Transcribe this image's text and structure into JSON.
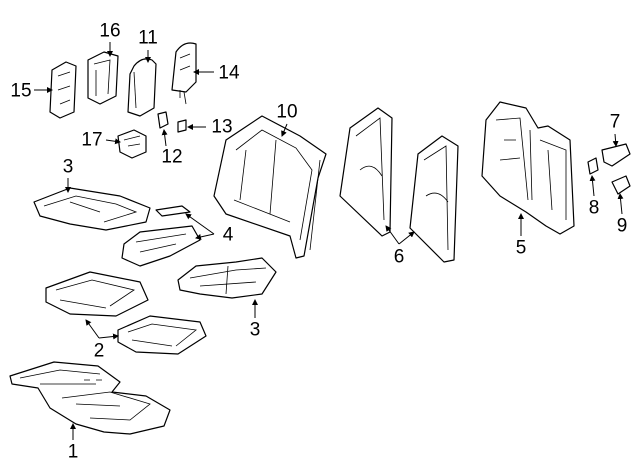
{
  "diagram": {
    "callouts": [
      {
        "id": "c16",
        "label": "16"
      },
      {
        "id": "c11",
        "label": "11"
      },
      {
        "id": "c15",
        "label": "15"
      },
      {
        "id": "c14",
        "label": "14"
      },
      {
        "id": "c10",
        "label": "10"
      },
      {
        "id": "c13",
        "label": "13"
      },
      {
        "id": "c17",
        "label": "17"
      },
      {
        "id": "c12",
        "label": "12"
      },
      {
        "id": "c3a",
        "label": "3"
      },
      {
        "id": "c4",
        "label": "4"
      },
      {
        "id": "c7",
        "label": "7"
      },
      {
        "id": "c8",
        "label": "8"
      },
      {
        "id": "c9",
        "label": "9"
      },
      {
        "id": "c6",
        "label": "6"
      },
      {
        "id": "c5",
        "label": "5"
      },
      {
        "id": "c3b",
        "label": "3"
      },
      {
        "id": "c2",
        "label": "2"
      },
      {
        "id": "c1",
        "label": "1"
      }
    ]
  }
}
